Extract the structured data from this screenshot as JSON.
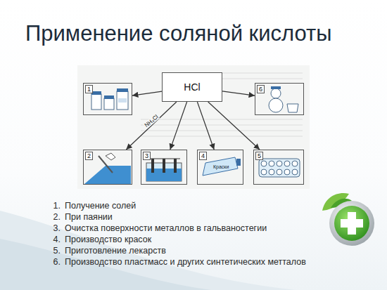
{
  "diagram": {
    "title": "Применение соляной кислоты",
    "nodes": [
      {
        "text": [
          "1"
        ]
      },
      {
        "text": [
          "HCl"
        ]
      },
      {
        "text": [
          "6"
        ]
      },
      {
        "text": [
          "2"
        ]
      },
      {
        "text": [
          "3"
        ]
      },
      {
        "text": [
          "4",
          "Краски"
        ]
      },
      {
        "text": [
          "5"
        ]
      }
    ],
    "edges": [
      {
        "from": 1,
        "to": 0,
        "arrow": "to"
      },
      {
        "from": 1,
        "to": 2,
        "arrow": "to"
      },
      {
        "from": 1,
        "to": 3,
        "label": "NH₄Cl",
        "arrow": "to"
      },
      {
        "from": 1,
        "to": 4,
        "arrow": "to"
      },
      {
        "from": 1,
        "to": 5,
        "arrow": "to"
      },
      {
        "from": 1,
        "to": 6,
        "arrow": "to"
      }
    ],
    "labels": [
      "1.",
      "Получение солей",
      "2.",
      "При паянии",
      "3.",
      "Очистка поверхности металлов в гальваностегии",
      "4.",
      "Производство красок",
      "5.",
      "Приготовление лекарств",
      "6.",
      "Производство пластмасс и других синтетических метталов"
    ]
  }
}
